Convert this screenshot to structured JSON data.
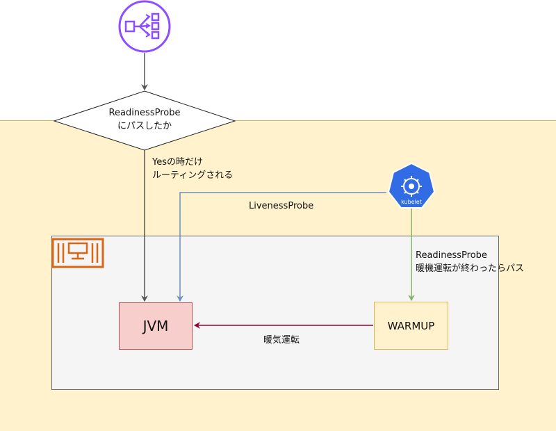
{
  "diagram": {
    "decision": {
      "line1": "ReadinessProbe",
      "line2": "にパスしたか"
    },
    "yes_edge": {
      "line1": "Yesの時だけ",
      "line2": "ルーティングされる"
    },
    "liveness_edge": "LivenessProbe",
    "readiness_edge": {
      "line1": "ReadinessProbe",
      "line2": "暖機運転が終わったらパス"
    },
    "warmup_edge": "暖気運転",
    "jvm": "JVM",
    "warmup": "WARMUP",
    "kubelet_label": "kubelet",
    "icons": {
      "load_balancer": "elb-icon",
      "kubelet": "kubelet-icon",
      "container": "container-icon"
    },
    "colors": {
      "elb": "#8c4fff",
      "kubelet": "#326ce5",
      "container": "#d86613",
      "jvm_fill": "#f8cecc",
      "warmup_fill": "#fff2cc",
      "outer_fill": "#fff2cc",
      "liveness_edge": "#6c8ebf",
      "readiness_edge": "#82b366",
      "warmup_edge": "#990033"
    }
  }
}
